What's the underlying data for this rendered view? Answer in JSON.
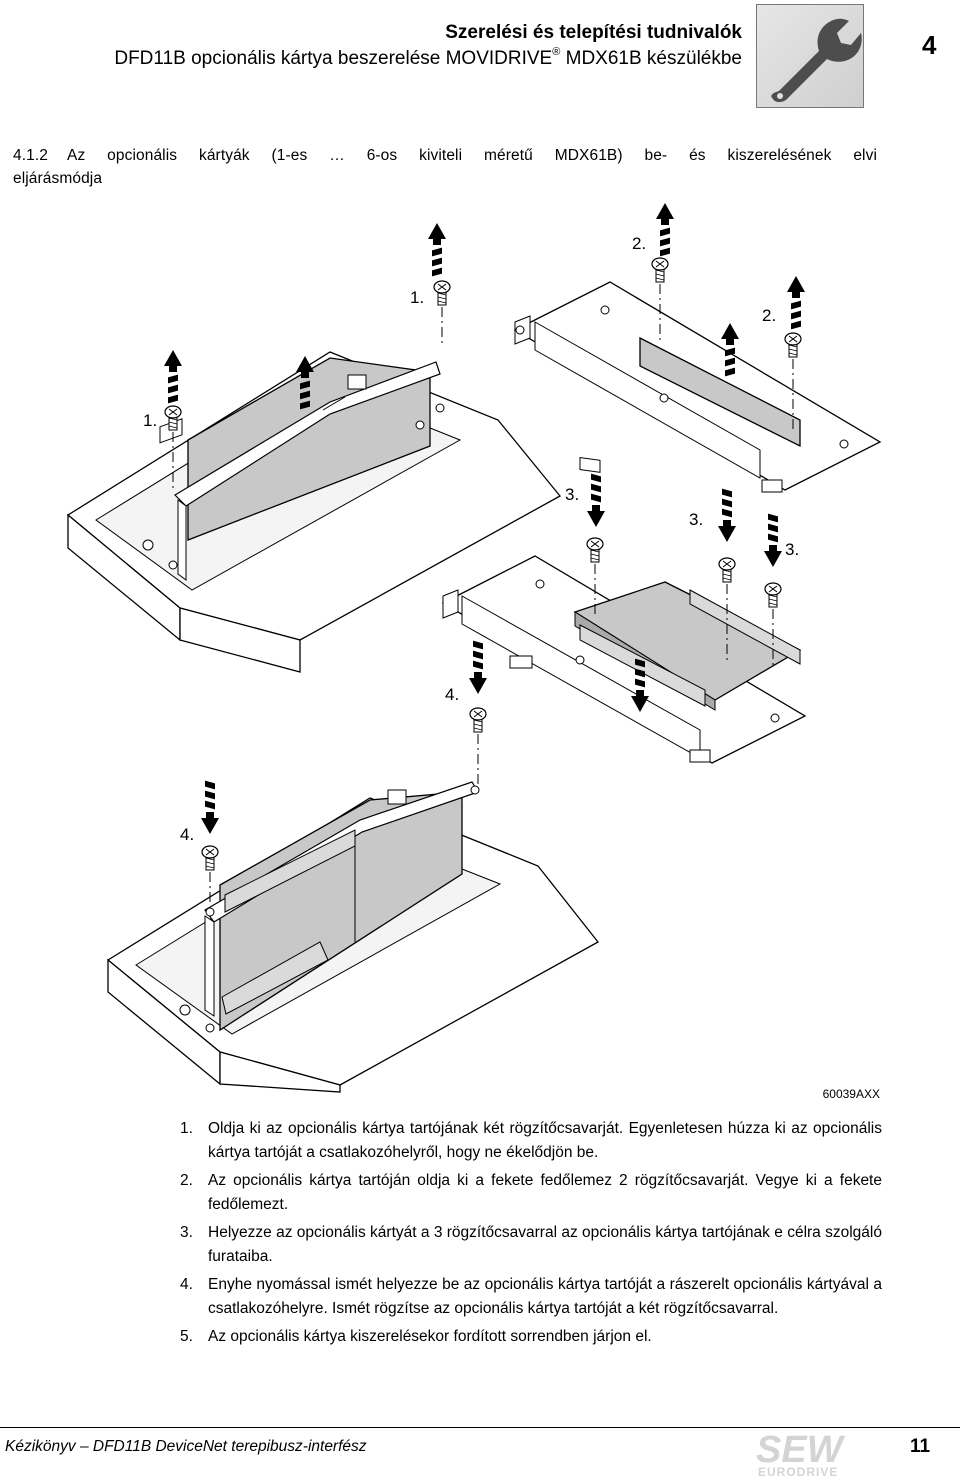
{
  "header": {
    "title": "Szerelési és telepítési tudnivalók",
    "subtitle_pre": "DFD11B opcionális kártya beszerelése MOVIDRIVE",
    "subtitle_reg": "®",
    "subtitle_post": " MDX61B készülékbe",
    "chapter": "4"
  },
  "section": {
    "number": "4.1.2",
    "title_line1": "Az opcionális kártyák (1-es … 6-os kiviteli méretű MDX61B) be- és kiszerelésének elvi",
    "title_line2": "eljárásmódja"
  },
  "figure": {
    "labels": {
      "a": "1.",
      "b": "1.",
      "c": "2.",
      "d": "2.",
      "e": "3.",
      "f": "3.",
      "g": "3.",
      "h": "4.",
      "i": "4."
    },
    "code": "60039AXX"
  },
  "steps": [
    {
      "n": "1.",
      "text": "Oldja ki az opcionális kártya tartójának két rögzítőcsavarját. Egyenletesen húzza ki az opcionális kártya tartóját a csatlakozóhelyről, hogy ne ékelődjön be."
    },
    {
      "n": "2.",
      "text": "Az opcionális kártya tartóján oldja ki a fekete fedőlemez 2 rögzítőcsavarját. Vegye ki a fekete fedőlemezt."
    },
    {
      "n": "3.",
      "text": "Helyezze az opcionális kártyát a 3 rögzítőcsavarral az opcionális kártya tartójának e célra szolgáló furataiba."
    },
    {
      "n": "4.",
      "text": "Enyhe nyomással ismét helyezze be az opcionális kártya tartóját a rászerelt opcionális kártyával a csatlakozóhelyre. Ismét rögzítse az opcionális kártya tartóját a két rögzítőcsavarral."
    },
    {
      "n": "5.",
      "text": "Az opcionális kártya kiszerelésekor fordított sorrendben járjon el."
    }
  ],
  "footer": {
    "left": "Kézikönyv – DFD11B DeviceNet terepibusz-interfész",
    "page": "11",
    "logo_top": "SEW",
    "logo_bottom": "EURODRIVE"
  }
}
